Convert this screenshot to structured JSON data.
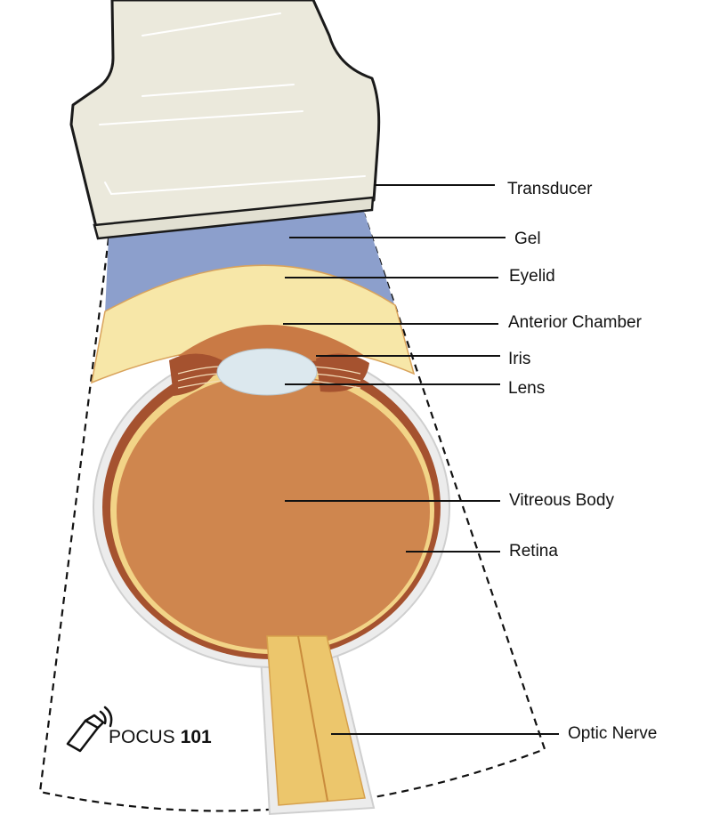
{
  "labels": {
    "transducer": "Transducer",
    "gel": "Gel",
    "eyelid": "Eyelid",
    "anterior_chamber": "Anterior Chamber",
    "iris": "Iris",
    "lens": "Lens",
    "vitreous_body": "Vitreous Body",
    "retina": "Retina",
    "optic_nerve": "Optic Nerve"
  },
  "logo": {
    "word": "POCUS",
    "number": "101"
  },
  "colors": {
    "probe": "#ebe9dc",
    "gel": "#8c9fcc",
    "eyelid": "#f7e7a8",
    "eyelid_edge": "#d9a35c",
    "sclera": "#ececec",
    "choroid": "#a5522f",
    "retina": "#f2d487",
    "vitreous": "#cf864e",
    "lens": "#dce8ee",
    "optic_nerve": "#ecc66c"
  },
  "icons": {
    "logo_icon": "ultrasound-probe-icon"
  }
}
